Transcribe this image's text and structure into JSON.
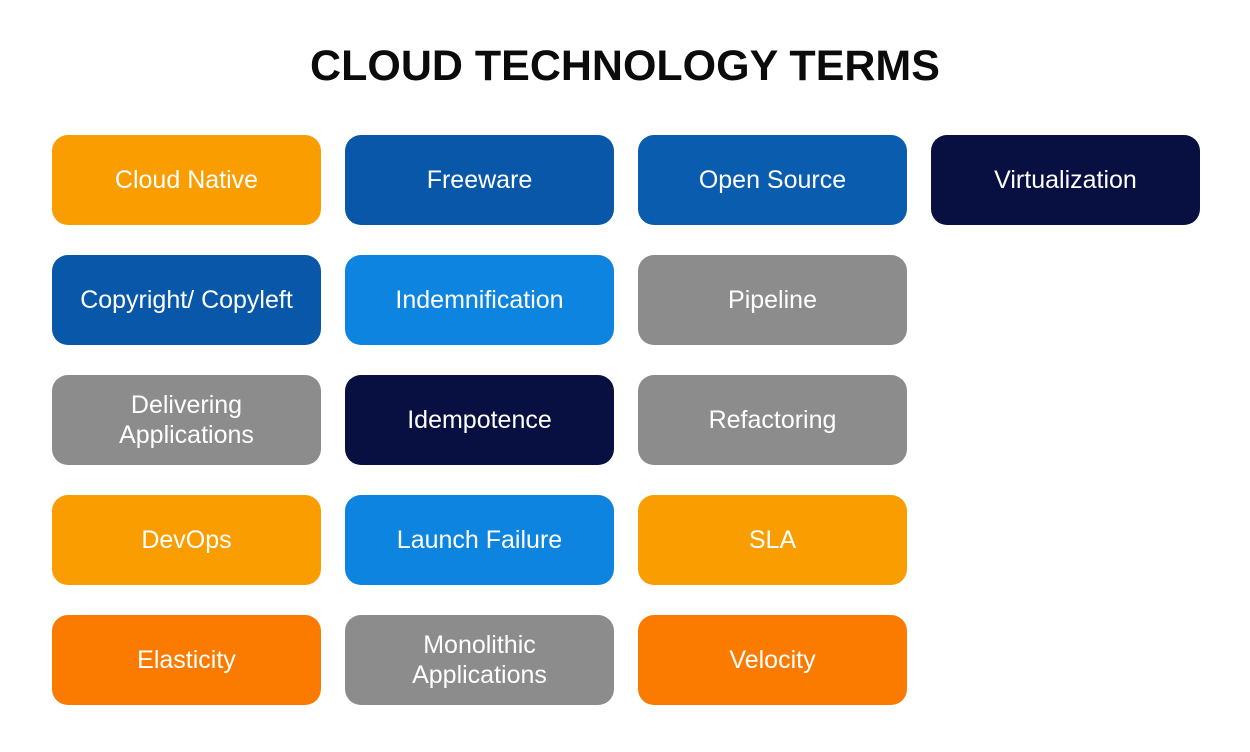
{
  "page": {
    "title": "CLOUD TECHNOLOGY TERMS",
    "background": "#FFFFFF"
  },
  "colors": {
    "orange": "#F99D00",
    "orange_dark": "#FA7B00",
    "blue_dark": "#0957A8",
    "blue_medium": "#0A5CAE",
    "blue_bright": "#0D84E0",
    "navy": "#071040",
    "gray": "#8C8C8C",
    "title_text": "#0B0B0B",
    "tile_text": "#FFFFFF"
  },
  "tiles": [
    {
      "id": "cloud-native",
      "label": "Cloud Native",
      "color": "orange",
      "row": 1,
      "col": 1
    },
    {
      "id": "freeware",
      "label": "Freeware",
      "color": "blue_dark",
      "row": 1,
      "col": 2
    },
    {
      "id": "open-source",
      "label": "Open Source",
      "color": "blue_medium",
      "row": 1,
      "col": 3
    },
    {
      "id": "virtualization",
      "label": "Virtualization",
      "color": "navy",
      "row": 1,
      "col": 4
    },
    {
      "id": "copyright-copyleft",
      "label": "Copyright/ Copyleft",
      "color": "blue_dark",
      "row": 2,
      "col": 1
    },
    {
      "id": "indemnification",
      "label": "Indemnification",
      "color": "blue_bright",
      "row": 2,
      "col": 2
    },
    {
      "id": "pipeline",
      "label": "Pipeline",
      "color": "gray",
      "row": 2,
      "col": 3
    },
    {
      "id": "delivering-applications",
      "label": "Delivering Applications",
      "color": "gray",
      "row": 3,
      "col": 1
    },
    {
      "id": "idempotence",
      "label": "Idempotence",
      "color": "navy",
      "row": 3,
      "col": 2
    },
    {
      "id": "refactoring",
      "label": "Refactoring",
      "color": "gray",
      "row": 3,
      "col": 3
    },
    {
      "id": "devops",
      "label": "DevOps",
      "color": "orange",
      "row": 4,
      "col": 1
    },
    {
      "id": "launch-failure",
      "label": "Launch Failure",
      "color": "blue_bright",
      "row": 4,
      "col": 2
    },
    {
      "id": "sla",
      "label": "SLA",
      "color": "orange",
      "row": 4,
      "col": 3
    },
    {
      "id": "elasticity",
      "label": "Elasticity",
      "color": "orange_dark",
      "row": 5,
      "col": 1
    },
    {
      "id": "monolithic-applications",
      "label": "Monolithic Applications",
      "color": "gray",
      "row": 5,
      "col": 2
    },
    {
      "id": "velocity",
      "label": "Velocity",
      "color": "orange_dark",
      "row": 5,
      "col": 3
    }
  ]
}
